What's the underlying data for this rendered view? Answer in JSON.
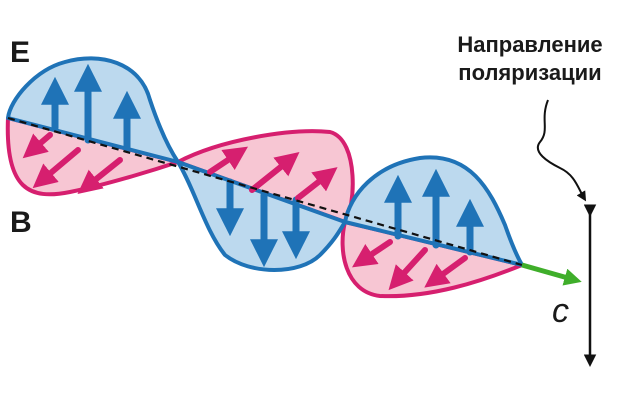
{
  "labels": {
    "e_field": "E",
    "b_field": "B",
    "polarization_line1": "Направление",
    "polarization_line2": "поляризации",
    "speed": "c"
  },
  "colors": {
    "e_field_stroke": "#1f73b7",
    "e_field_fill": "#bcd9ee",
    "b_field_stroke": "#d61f6f",
    "b_field_fill": "#f7c6d3",
    "propagation_arrow": "#3fae2a",
    "axis": "#111111"
  },
  "icons": {
    "propagation": "arrow-right-icon",
    "polarization": "double-arrow-vertical-icon"
  }
}
